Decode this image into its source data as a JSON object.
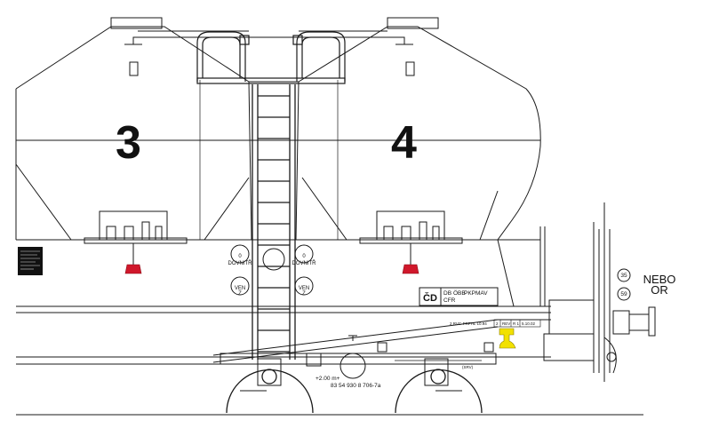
{
  "diagram": {
    "hopper_left_number": "3",
    "hopper_right_number": "4",
    "left_valve": {
      "top_label": "0",
      "top_word": "DOVNITŘ",
      "bottom_word": "VEN",
      "bottom_label": "Z"
    },
    "right_valve": {
      "top_label": "0",
      "top_word": "DOVNITŘ",
      "bottom_word": "VEN",
      "bottom_label": "Z"
    },
    "ownership_panel": {
      "owner_mark": "ČD",
      "railways": [
        "DB",
        "ÖBB",
        "PKP",
        "MAV"
      ],
      "railway_second_line": "CFR"
    },
    "revision_marks": {
      "left_text": "2 RVC-PRFHL 10.94",
      "cells": [
        "2",
        "REV",
        "R 1",
        "5.10.02"
      ]
    },
    "axle_distance": "+2.00 m+",
    "wagon_number": "83 54 930 8 706-7a",
    "spring_label": "(SRV)",
    "signal_circle_top": "35",
    "signal_circle_bottom": "59",
    "alternative_label_line1": "NEBO",
    "alternative_label_line2": "OR",
    "colors": {
      "line": "#1a1a1a",
      "valve_red": "#d0182b",
      "hook_yellow": "#f2e100",
      "background": "#ffffff"
    }
  }
}
